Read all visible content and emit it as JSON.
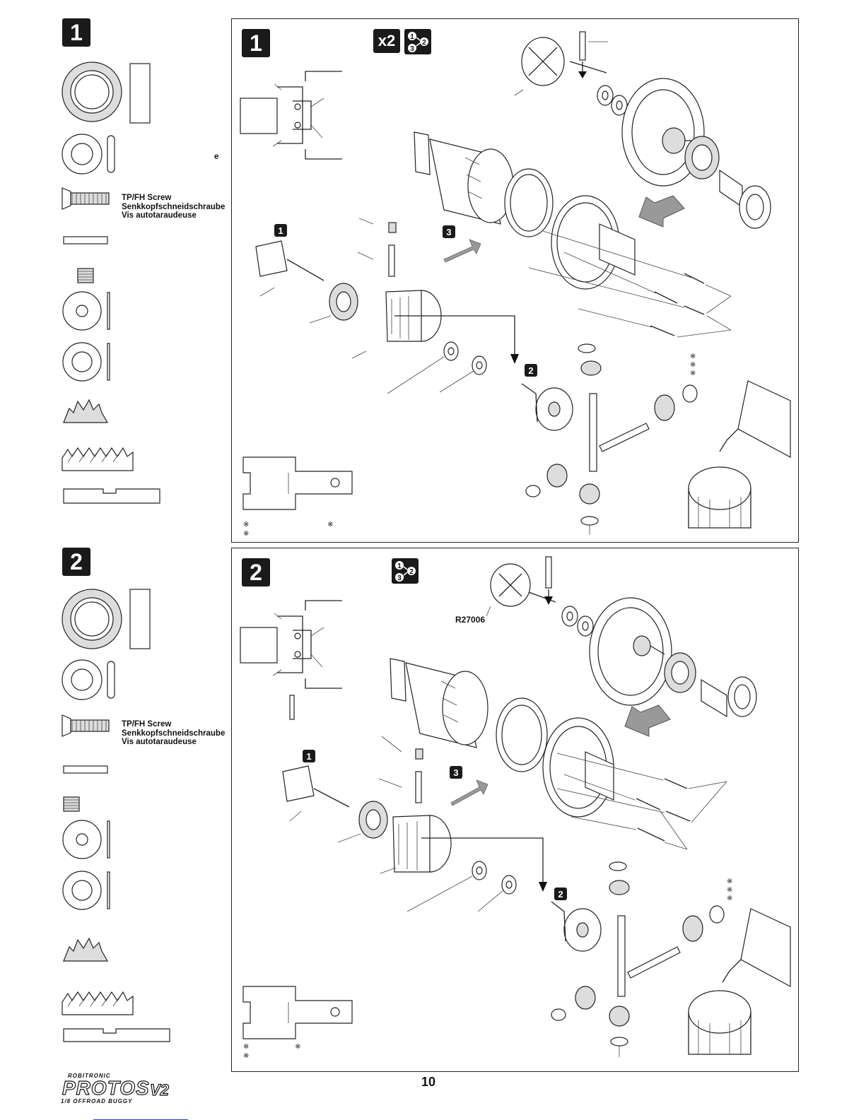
{
  "sections": [
    {
      "step": "1",
      "panel_step": "1",
      "multiplier": "x2",
      "parts_label_e": "e",
      "screw_label": [
        "TP/FH Screw",
        "Senkkopfschneidschraube",
        "Vis autotaraudeuse"
      ],
      "substeps": [
        "1",
        "2",
        "3"
      ],
      "notes_row1": [
        "※",
        "※"
      ],
      "notes_row2": [
        "※"
      ],
      "triple_notes": [
        "※",
        "※",
        "※"
      ]
    },
    {
      "step": "2",
      "panel_step": "2",
      "part_code": "R27006",
      "screw_label": [
        "TP/FH Screw",
        "Senkkopfschneidschraube",
        "Vis autotaraudeuse"
      ],
      "substeps": [
        "1",
        "2",
        "3"
      ],
      "notes_row1": [
        "※",
        "※"
      ],
      "notes_row2": [
        "※"
      ],
      "triple_notes": [
        "※",
        "※",
        "※"
      ]
    }
  ],
  "order_icon_numbers": [
    "1",
    "2",
    "3"
  ],
  "footer": {
    "brand_top": "ROBITRONIC",
    "brand_main": "PROTOS",
    "brand_version": "V2",
    "brand_sub": "1/8 OFFROAD BUGGY",
    "page_number": "10"
  }
}
